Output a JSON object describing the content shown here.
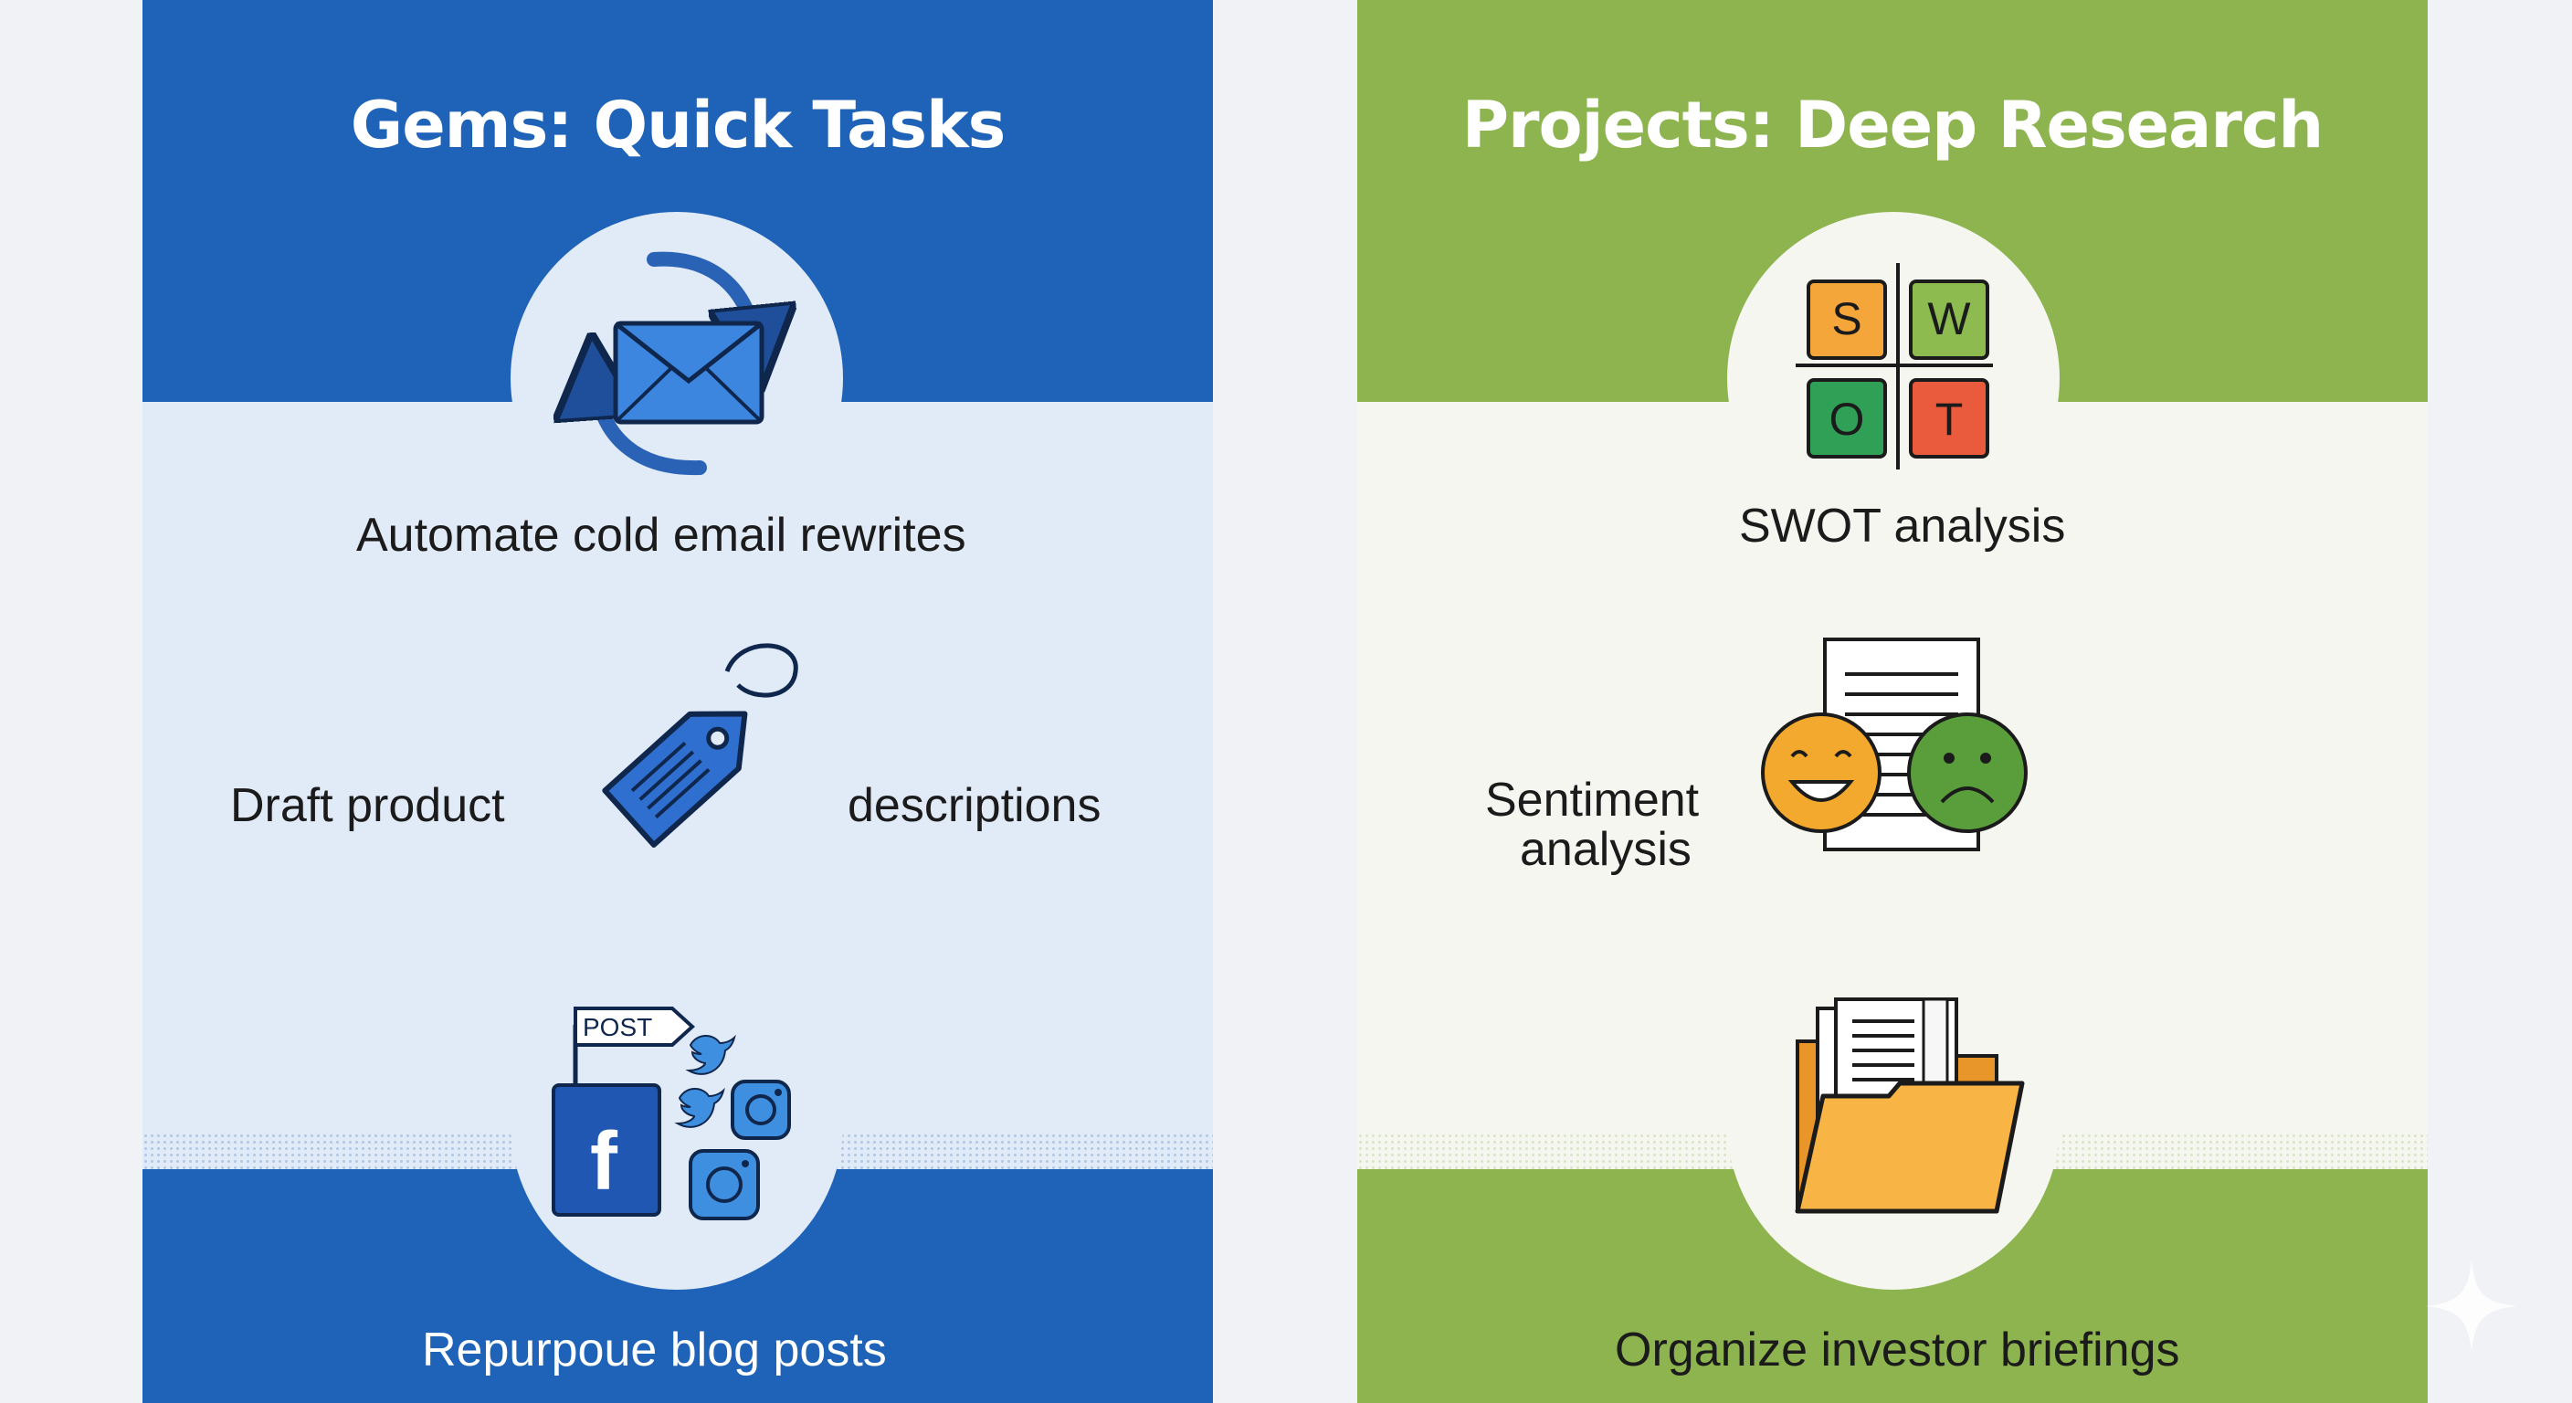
{
  "gems": {
    "title": "Gems: Quick Tasks",
    "items": [
      {
        "label": "Automate cold email rewrites",
        "icon": "email-rewrite-icon"
      },
      {
        "label_part1": "Draft product",
        "label_part2": "descriptions",
        "icon": "price-tag-icon"
      },
      {
        "label": "Repurpoue blog posts",
        "icon": "social-media-icon",
        "post_sign": "POST",
        "facebook_letter": "f"
      }
    ]
  },
  "projects": {
    "title": "Projects: Deep Research",
    "items": [
      {
        "label": "SWOT analysis",
        "icon": "swot-grid-icon",
        "letters": [
          "S",
          "W",
          "O",
          "T"
        ]
      },
      {
        "label_line1": "Sentiment",
        "label_line2": "analysis",
        "icon": "sentiment-faces-icon"
      },
      {
        "label": "Organize investor briefings",
        "icon": "folder-documents-icon"
      }
    ]
  },
  "colors": {
    "gems_accent": "#1f63b8",
    "projects_accent": "#8db44e",
    "gems_background": "#e1eaf7",
    "projects_background": "#f4f6ef"
  }
}
